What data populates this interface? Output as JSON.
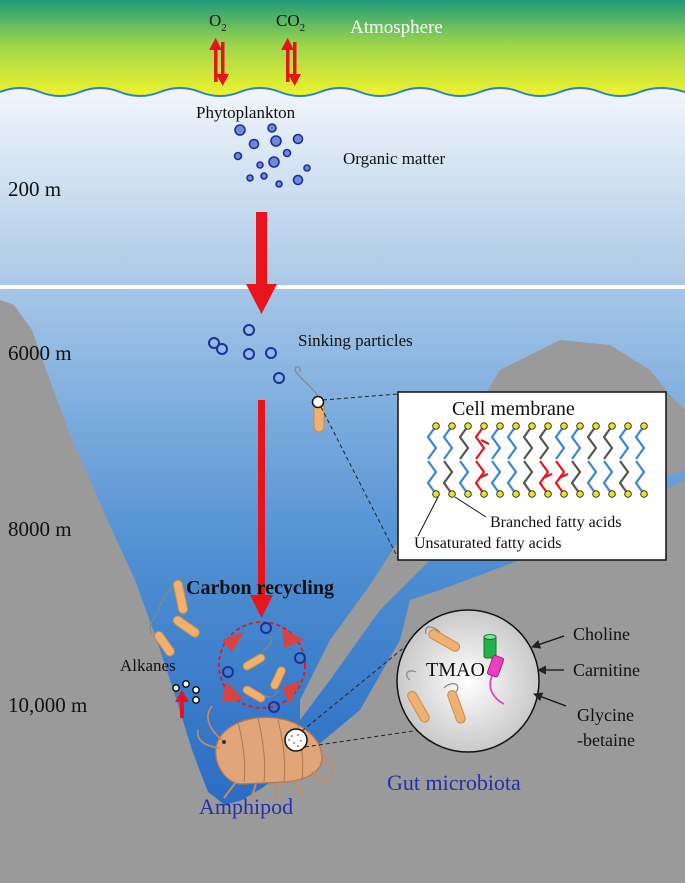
{
  "layers": {
    "atmosphere": "Atmosphere",
    "o2": "O",
    "o2_sub": "2",
    "co2": "CO",
    "co2_sub": "2",
    "phytoplankton": "Phytoplankton",
    "organic_matter": "Organic matter",
    "sinking_particles": "Sinking particles"
  },
  "depths": {
    "d200": "200 m",
    "d6000": "6000 m",
    "d8000": "8000 m",
    "d10000": "10,000 m"
  },
  "membrane": {
    "title": "Cell membrane",
    "branched": "Branched fatty acids",
    "unsaturated": "Unsaturated fatty acids"
  },
  "recycling": {
    "title": "Carbon recycling",
    "alkanes": "Alkanes"
  },
  "gut": {
    "tmao": "TMAO",
    "choline": "Choline",
    "carnitine": "Carnitine",
    "glycine_line1": "Glycine",
    "glycine_line2": "-betaine",
    "microbiota": "Gut microbiota",
    "amphipod": "Amphipod"
  },
  "colors": {
    "arrow": "#e8141c",
    "particle": "#1d2f9a",
    "rock": "#9a9a9a",
    "bluetext": "#2431a8"
  }
}
